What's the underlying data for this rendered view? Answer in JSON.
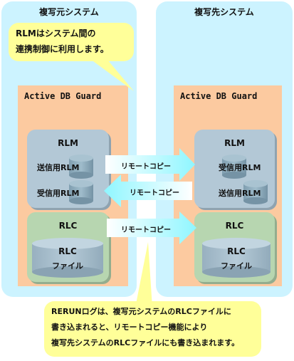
{
  "left_system": {
    "title": "複写元システム",
    "guard_title": "Active DB Guard",
    "rlm_title": "RLM",
    "send_rlm": "送信用RLM",
    "recv_rlm": "受信用RLM",
    "rlc_title": "RLC",
    "rlc_file_line1": "RLC",
    "rlc_file_line2": "ファイル"
  },
  "right_system": {
    "title": "複写先システム",
    "guard_title": "Active DB Guard",
    "rlm_title": "RLM",
    "recv_rlm": "受信用RLM",
    "send_rlm": "送信用RLM",
    "rlc_title": "RLC",
    "rlc_file_line1": "RLC",
    "rlc_file_line2": "ファイル"
  },
  "arrows": {
    "top_label": "リモートコピー",
    "middle_label": "リモートコピー",
    "bottom_label": "リモートコピー"
  },
  "callout_top": {
    "line1": "RLMはシステム間の",
    "line2": "連携制御に利用します。"
  },
  "callout_bottom": {
    "line1": "RERUNログは、複写元システムのRLCファイルに",
    "line2": "書き込まれると、リモートコピー機能により",
    "line3": "複写先システムのRLCファイルにも書き込まれます。"
  },
  "colors": {
    "system_bg": "#ccf3ff",
    "guard_bg": "#fccaa0",
    "rlm_bg": "#b3c8d6",
    "rlc_bg": "#b7d6b0",
    "callout_bg": "#ffff99",
    "cylinder": "#8aaabb",
    "arrow": "#aefaff"
  }
}
